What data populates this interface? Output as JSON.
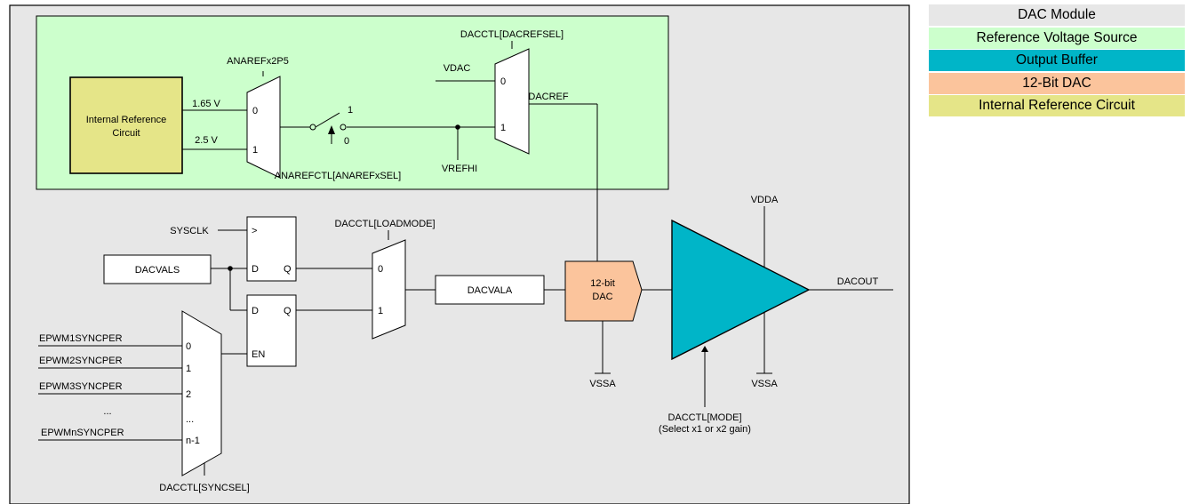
{
  "legend": {
    "items": [
      {
        "label": "DAC Module",
        "color": "#e7e7e7"
      },
      {
        "label": "Reference Voltage Source",
        "color": "#ccffcc"
      },
      {
        "label": "Output Buffer",
        "color": "#00b5c8"
      },
      {
        "label": "12-Bit DAC",
        "color": "#fbc49c"
      },
      {
        "label": "Internal Reference Circuit",
        "color": "#e5e588"
      }
    ]
  },
  "diagram": {
    "internal_ref_label": "Internal Reference\nCircuit",
    "v165": "1.65 V",
    "v25": "2.5 V",
    "anarefx2p5": "ANAREFx2P5",
    "mux0": "0",
    "mux1": "1",
    "sw1": "1",
    "sw0": "0",
    "anarefctl": "ANAREFCTL[ANAREFxSEL]",
    "dacrefsel": "DACCTL[DACREFSEL]",
    "vdac": "VDAC",
    "dacref": "DACREF",
    "vrefhi": "VREFHI",
    "sysclk": "SYSCLK",
    "clk_sym": ">",
    "d": "D",
    "q": "Q",
    "en": "EN",
    "dacvals": "DACVALS",
    "loadmode": "DACCTL[LOADMODE]",
    "dacvala": "DACVALA",
    "dac12": "12-bit\nDAC",
    "vssa": "VSSA",
    "vdda": "VDDA",
    "dacout": "DACOUT",
    "mode": "DACCTL[MODE]",
    "mode_sub": "(Select x1 or x2 gain)",
    "syncsel": "DACCTL[SYNCSEL]",
    "epwm_inputs": [
      "EPWM1SYNCPER",
      "EPWM2SYNCPER",
      "EPWM3SYNCPER",
      "...",
      "EPWMnSYNCPER"
    ],
    "sync_mux_labels": [
      "0",
      "1",
      "2",
      "...",
      "n-1"
    ]
  }
}
